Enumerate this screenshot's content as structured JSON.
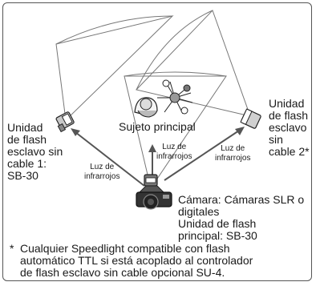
{
  "labels": {
    "slave1": "Unidad\nde flash\nesclavo sin\ncable 1:\nSB-30",
    "slave2": "Unidad\nde flash\nesclavo\nsin\ncable 2*",
    "subject": "Sujeto principal",
    "ir_left": "Luz de\ninfrarrojos",
    "ir_center": "Luz de\ninfrarrojos",
    "ir_right": "Luz de\ninfrarrojos",
    "camera": "Cámara: Cámaras SLR o\ndigitales",
    "master": "Unidad de flash\nprincipal: SB-30"
  },
  "footnote": {
    "star": "*",
    "text": "Cualquier Speedlight compatible con flash\nautomático TTL si está acoplado al controlador\nde flash esclavo sin cable opcional SU-4."
  }
}
